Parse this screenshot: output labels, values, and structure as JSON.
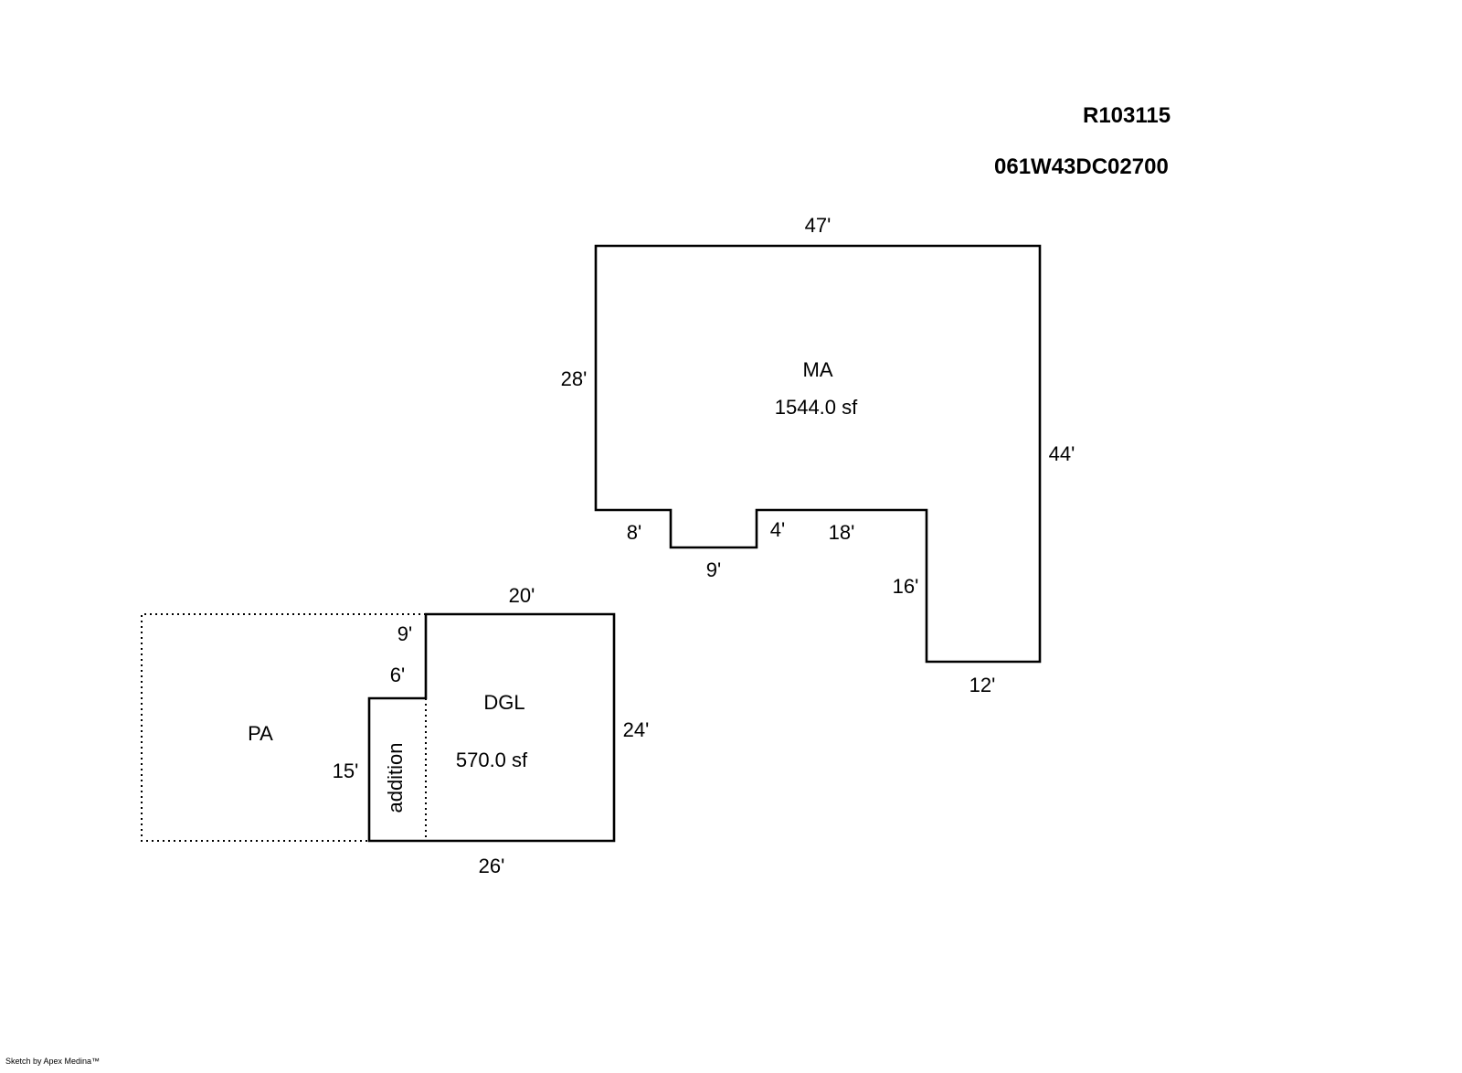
{
  "header": {
    "account": "R103115",
    "map_taxlot": "061W43DC02700"
  },
  "main_area": {
    "name": "MA",
    "area": "1544.0 sf",
    "dims": {
      "top": "47'",
      "left": "28'",
      "right": "44'",
      "notch_left": "8'",
      "notch_bottom": "9'",
      "notch_right": "4'",
      "mid_run": "18'",
      "wing_left": "16'",
      "wing_bottom": "12'"
    }
  },
  "garage": {
    "name": "DGL",
    "area": "570.0 sf",
    "addition_label": "addition",
    "dims": {
      "top": "20'",
      "right": "24'",
      "bottom": "26'",
      "step_upper": "9'",
      "step_run": "6'",
      "addition_left": "15'"
    }
  },
  "patio": {
    "name": "PA"
  },
  "footer": {
    "credit": "Sketch by Apex Medina™"
  }
}
